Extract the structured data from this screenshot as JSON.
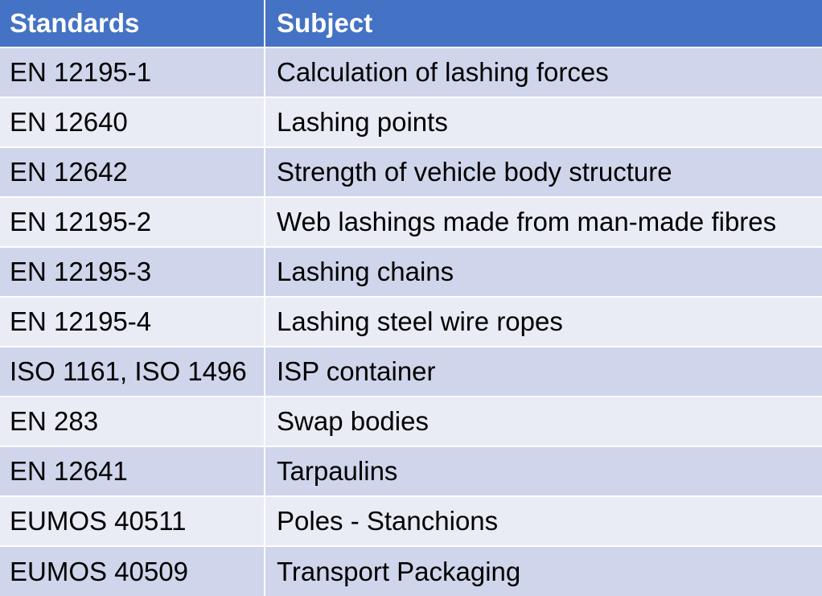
{
  "table": {
    "headers": [
      "Standards",
      "Subject"
    ],
    "rows": [
      [
        "EN 12195-1",
        "Calculation of lashing forces"
      ],
      [
        "EN 12640",
        "Lashing points"
      ],
      [
        "EN 12642",
        "Strength of vehicle body structure"
      ],
      [
        "EN 12195-2",
        "Web lashings made from man-made fibres"
      ],
      [
        "EN 12195-3",
        "Lashing chains"
      ],
      [
        "EN 12195-4",
        "Lashing steel wire ropes"
      ],
      [
        "ISO 1161, ISO 1496",
        "ISP container"
      ],
      [
        "EN 283",
        "Swap bodies"
      ],
      [
        "EN 12641",
        "Tarpaulins"
      ],
      [
        "EUMOS 40511",
        "Poles - Stanchions"
      ],
      [
        "EUMOS 40509",
        "Transport Packaging"
      ]
    ]
  },
  "colors": {
    "header_bg": "#4472c4",
    "header_text": "#ffffff",
    "row_odd_bg": "#cfd5ea",
    "row_even_bg": "#e9ebf5"
  }
}
